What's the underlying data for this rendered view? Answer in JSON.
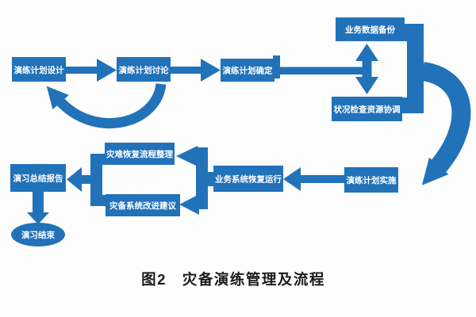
{
  "figure": {
    "caption": "图2　灾备演练管理及流程",
    "type": "flowchart"
  },
  "colors": {
    "primary_blue": "#2272b9",
    "node_text": "#ffffff",
    "caption_text": "#1c1c1c",
    "background": "#fdfdfd"
  },
  "nodes": {
    "plan_design": {
      "label": "演练计划设计",
      "shape": "rect"
    },
    "plan_discussion": {
      "label": "演练计划讨论",
      "shape": "rect"
    },
    "plan_confirmation": {
      "label": "演练计划确定",
      "shape": "rect"
    },
    "business_data_backup": {
      "label": "业务数据备份",
      "shape": "rect"
    },
    "status_check_resource_coordination": {
      "label": "状况检查资源协调",
      "shape": "rect"
    },
    "plan_implementation": {
      "label": "演练计划实施",
      "shape": "rect"
    },
    "business_system_recovery": {
      "label": "业务系统恢复运行",
      "shape": "rect"
    },
    "disaster_recovery_process_organization": {
      "label": "灾难恢复流程整理",
      "shape": "rect"
    },
    "dr_system_improvement_suggestions": {
      "label": "灾备系统改进建议",
      "shape": "rect"
    },
    "drill_summary_report": {
      "label": "演习总结报告",
      "shape": "rect"
    },
    "drill_end": {
      "label": "演习结束",
      "shape": "ellipse"
    }
  },
  "edges": [
    {
      "from": "plan_design",
      "to": "plan_discussion",
      "type": "arrow"
    },
    {
      "from": "plan_discussion",
      "to": "plan_confirmation",
      "type": "arrow"
    },
    {
      "from": "plan_discussion",
      "to": "plan_design",
      "type": "curved-feedback-arrow"
    },
    {
      "from": "plan_confirmation",
      "to": "business_data_backup",
      "type": "double-headed-arrow"
    },
    {
      "from": "plan_confirmation",
      "to": "status_check_resource_coordination",
      "type": "double-headed-arrow"
    },
    {
      "from": "business_data_backup",
      "to": "plan_implementation",
      "type": "curved-arrow"
    },
    {
      "from": "status_check_resource_coordination",
      "to": "plan_implementation",
      "type": "curved-arrow"
    },
    {
      "from": "plan_implementation",
      "to": "business_system_recovery",
      "type": "arrow"
    },
    {
      "from": "business_system_recovery",
      "to": "disaster_recovery_process_organization",
      "type": "arrow"
    },
    {
      "from": "business_system_recovery",
      "to": "dr_system_improvement_suggestions",
      "type": "arrow"
    },
    {
      "from": "disaster_recovery_process_organization",
      "to": "drill_summary_report",
      "type": "arrow"
    },
    {
      "from": "dr_system_improvement_suggestions",
      "to": "drill_summary_report",
      "type": "arrow"
    },
    {
      "from": "drill_summary_report",
      "to": "drill_end",
      "type": "arrow"
    }
  ]
}
